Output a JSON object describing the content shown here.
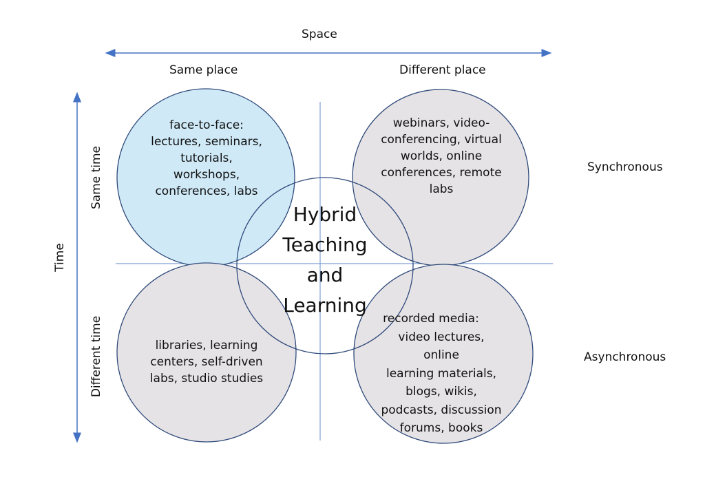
{
  "axes": {
    "space_label": "Space",
    "time_label": "Time",
    "same_place": "Same place",
    "different_place": "Different place",
    "same_time": "Same time",
    "different_time": "Different time",
    "synchronous": "Synchronous",
    "asynchronous": "Asynchronous"
  },
  "center": {
    "lines": [
      "Hybrid",
      "Teaching",
      "and",
      "Learning"
    ]
  },
  "quadrants": {
    "same_place_same_time": {
      "lines": [
        "face-to-face:",
        "lectures, seminars,",
        "tutorials,",
        "workshops,",
        "conferences, labs"
      ]
    },
    "different_place_same_time": {
      "lines": [
        "webinars, video-",
        "conferencing, virtual",
        "worlds, online",
        "conferences, remote",
        "labs"
      ]
    },
    "same_place_different_time": {
      "lines": [
        "libraries, learning",
        "centers, self-driven",
        "labs, studio studies"
      ]
    },
    "different_place_different_time": {
      "lines": [
        "recorded media:",
        "video lectures,",
        "online",
        "learning materials,",
        "blogs, wikis,",
        "podcasts, discussion",
        "forums, books"
      ]
    }
  },
  "colors": {
    "highlight": "#cfe9f7",
    "circle": "#e6e3e6",
    "stroke": "#2e4a7a",
    "axis": "#4472c4"
  }
}
